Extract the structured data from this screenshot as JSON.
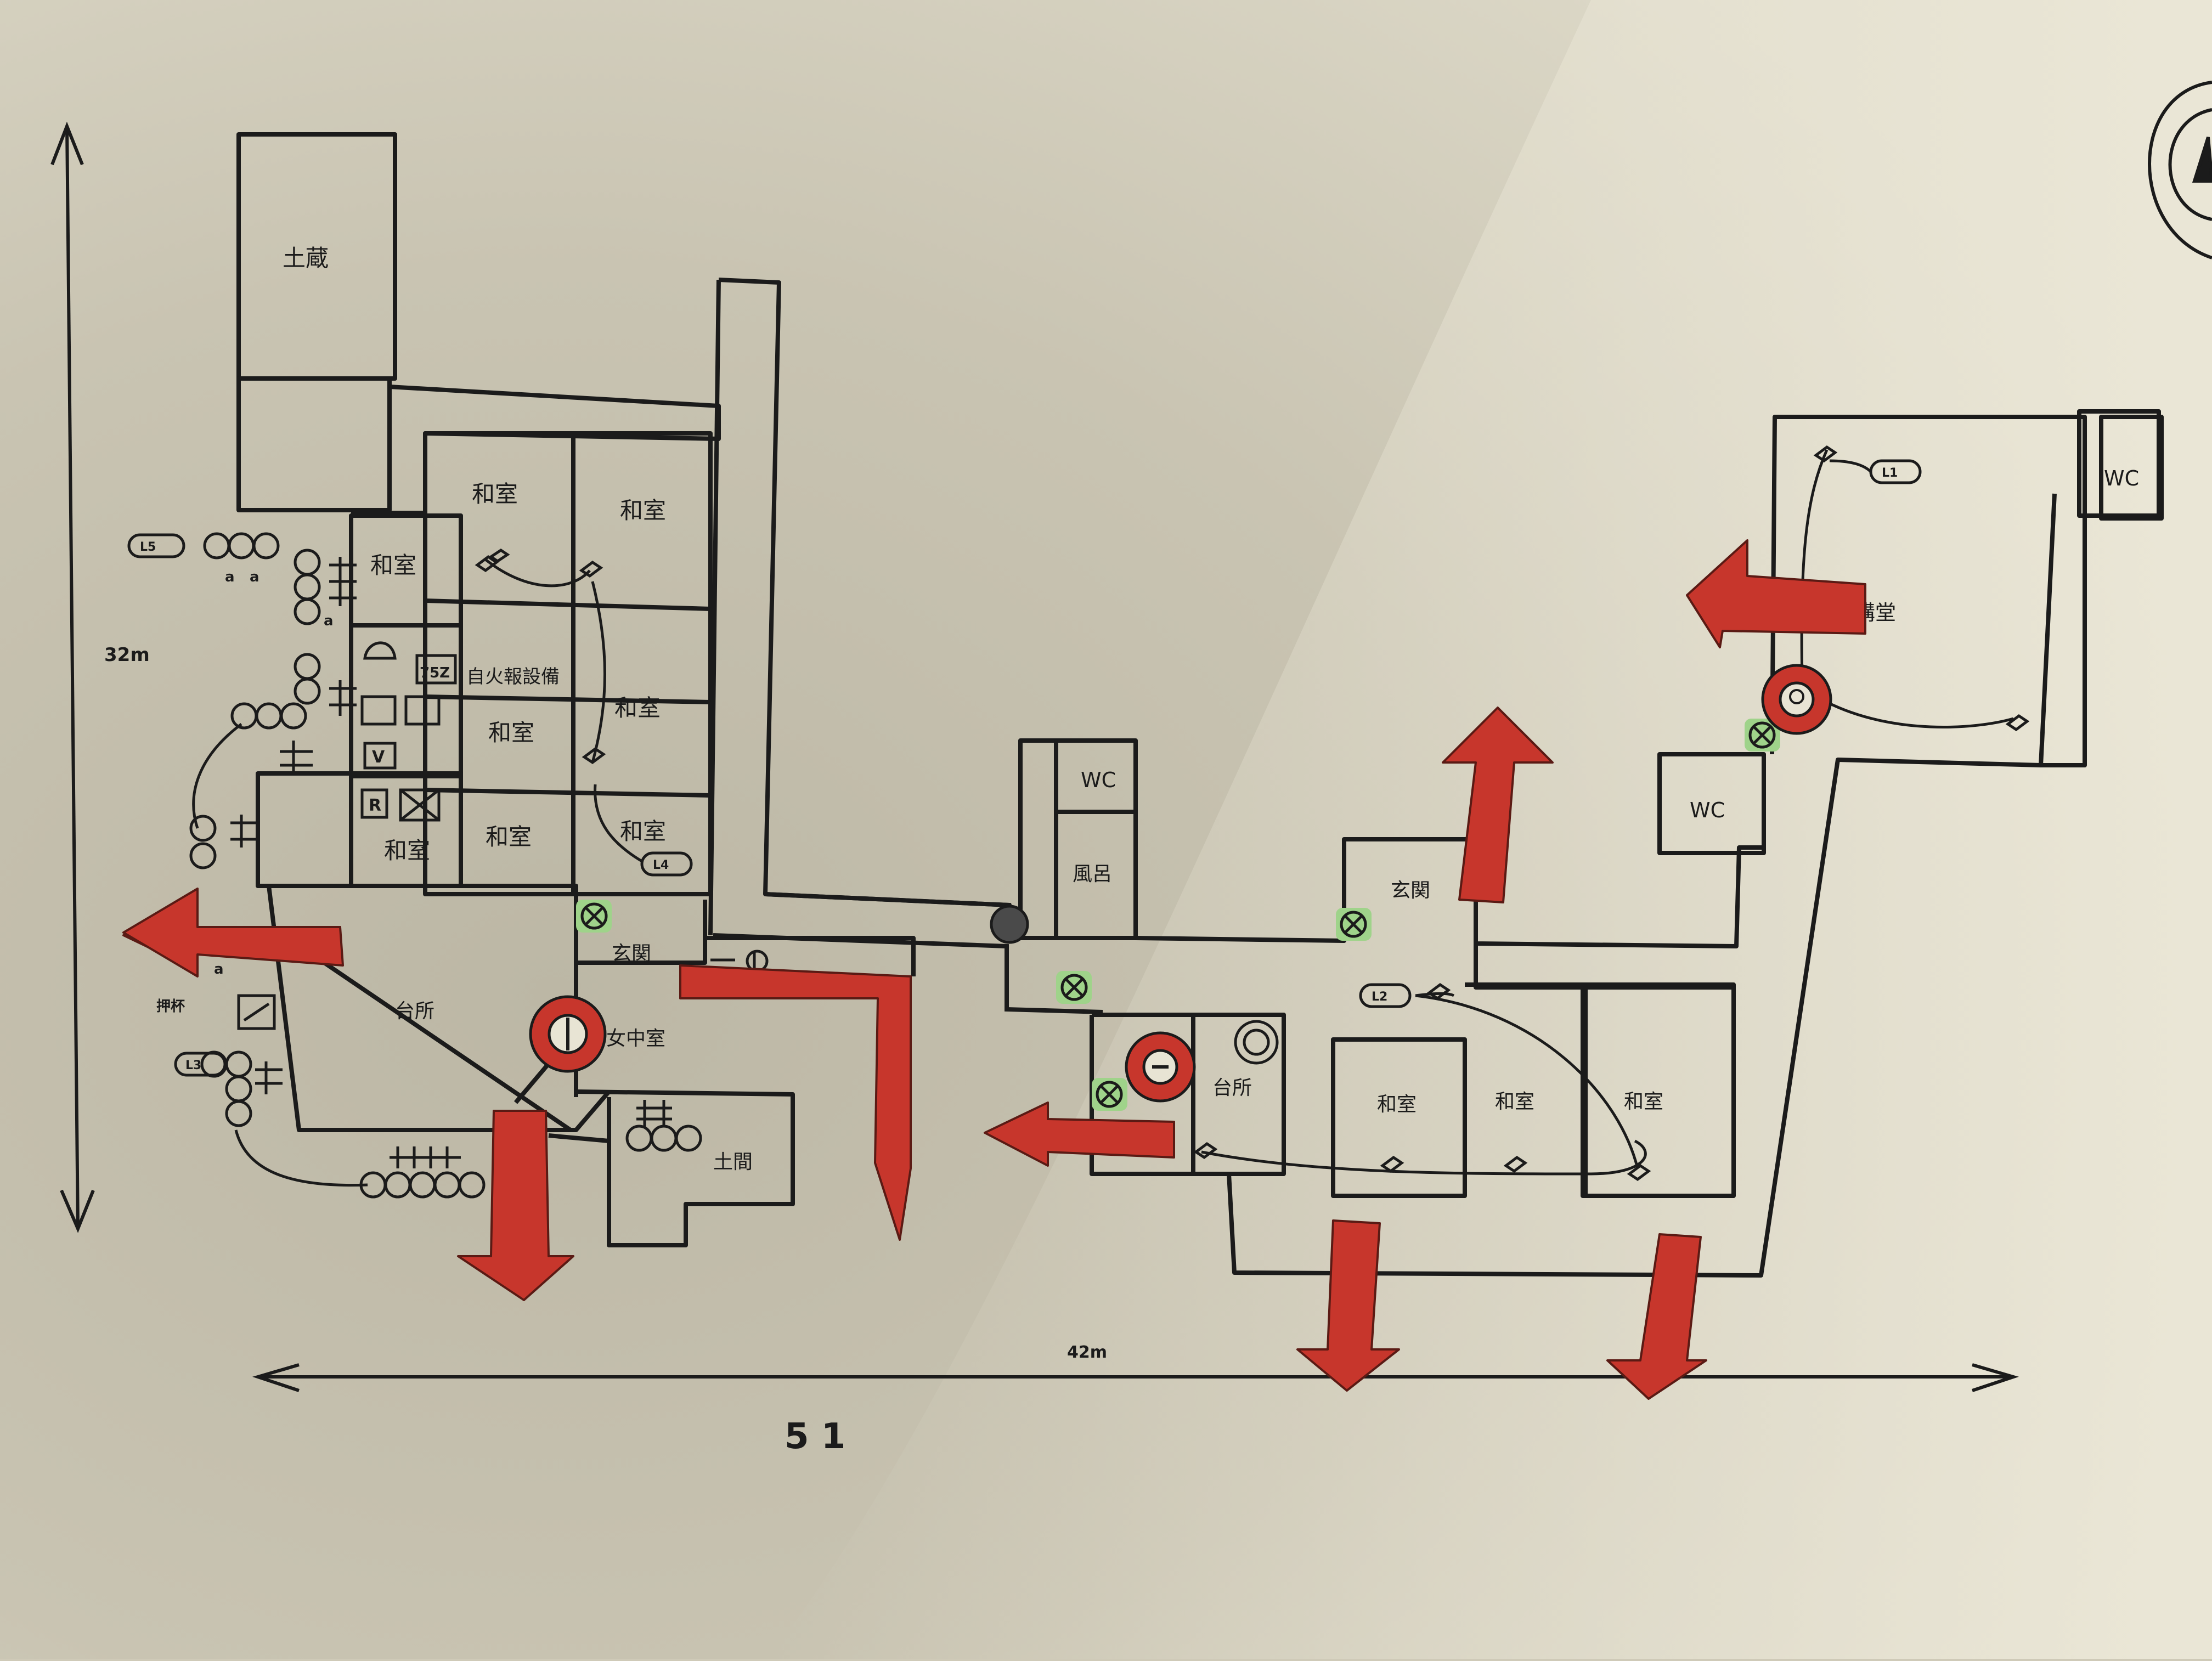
{
  "dimension": {
    "height_label": "32m",
    "width_label": "42m",
    "page_number": "5 1"
  },
  "rooms": {
    "dozo": "土蔵",
    "washitsu": "和室",
    "jikaho_setsubi": "自火報設備",
    "genkan": "玄関",
    "daidokoro": "台所",
    "jochushitsu": "女中室",
    "doma": "土間",
    "wc": "WC",
    "furo": "風呂",
    "kodo": "講堂"
  },
  "markers": {
    "l1": "L1",
    "l2": "L2",
    "l3": "L3",
    "l4": "L4",
    "l5": "L5",
    "a": "a",
    "v": "V",
    "r": "R",
    "ashiki": "75Z",
    "oshi": "押杯"
  },
  "colors": {
    "paper": "#d9d5c4",
    "ink": "#1b1b1b",
    "arrow": "#c7362c",
    "arrow_edge": "#5a1a14",
    "green": "#9fd38a"
  }
}
